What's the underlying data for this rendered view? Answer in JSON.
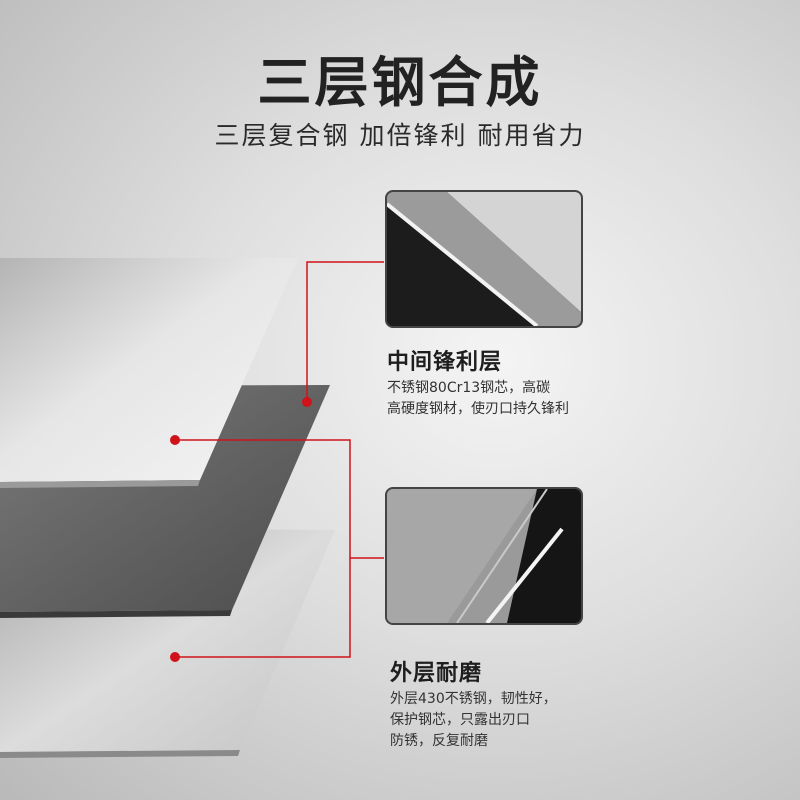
{
  "header": {
    "title": "三层钢合成",
    "subtitle": "三层复合钢 加倍锋利 耐用省力"
  },
  "middle_layer": {
    "title": "中间锋利层",
    "desc": "不锈钢80Cr13钢芯，高碳\n高硬度钢材，使刃口持久锋利"
  },
  "outer_layer": {
    "title": "外层耐磨",
    "desc": "外层430不锈钢，韧性好，\n保护钢芯，只露出刃口\n防锈，反复耐磨"
  },
  "colors": {
    "accent": "#d0121b",
    "core_steel": "#5c5c5c",
    "outer_steel": "#c8c8c8"
  },
  "icons": {
    "marker": "red-dot-marker"
  }
}
